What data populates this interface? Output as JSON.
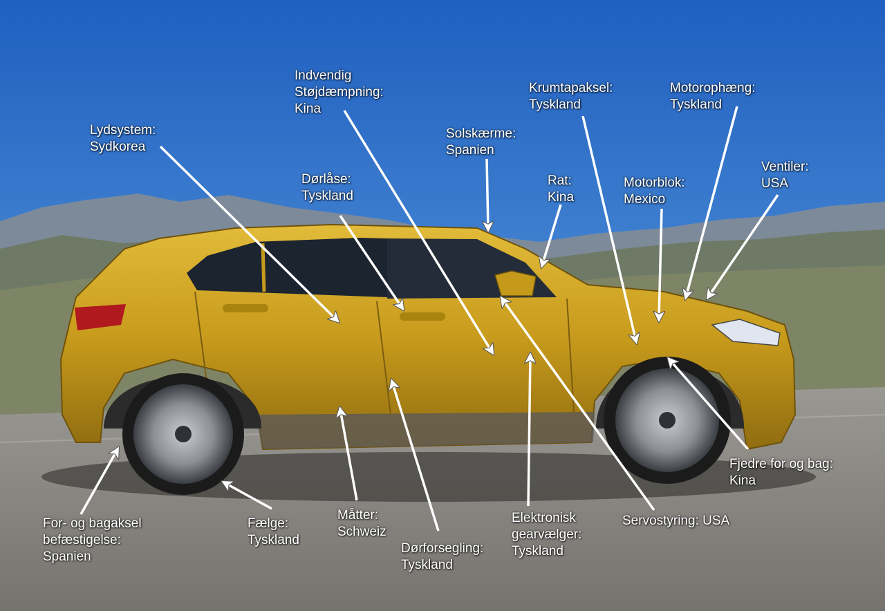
{
  "labels": {
    "lydsystem": [
      "Lydsystem:",
      "Sydkorea"
    ],
    "indvendig": [
      "Indvendig",
      "Støjdæmpning:",
      "Kina"
    ],
    "dorlase": [
      "Dørlåse:",
      "Tyskland"
    ],
    "solskaerme": [
      "Solskærme:",
      "Spanien"
    ],
    "rat": [
      "Rat:",
      "Kina"
    ],
    "krumtapaksel": [
      "Krumtapaksel:",
      "Tyskland"
    ],
    "motorophaeng": [
      "Motorophæng:",
      "Tyskland"
    ],
    "motorblok": [
      "Motorblok:",
      "Mexico"
    ],
    "ventiler": [
      "Ventiler:",
      "USA"
    ],
    "fjedre": [
      "Fjedre for og bag:",
      "Kina"
    ],
    "servostyring": [
      "Servostyring: USA"
    ],
    "gearvaelger": [
      "Elektronisk",
      "gearvælger:",
      "Tyskland"
    ],
    "dorforsegling": [
      "Dørforsegling:",
      "Tyskland"
    ],
    "matter": [
      "Måtter:",
      "Schweiz"
    ],
    "faelge": [
      "Fælge:",
      "Tyskland"
    ],
    "aksel": [
      "For- og bagaksel",
      "befæstigelse:",
      "Spanien"
    ]
  },
  "colors": {
    "sky_top": "#1f5fbf",
    "sky_bottom": "#9cc3ea",
    "car_body": "#c9a020",
    "road": "#8a8783",
    "arrow": "#ffffff"
  }
}
